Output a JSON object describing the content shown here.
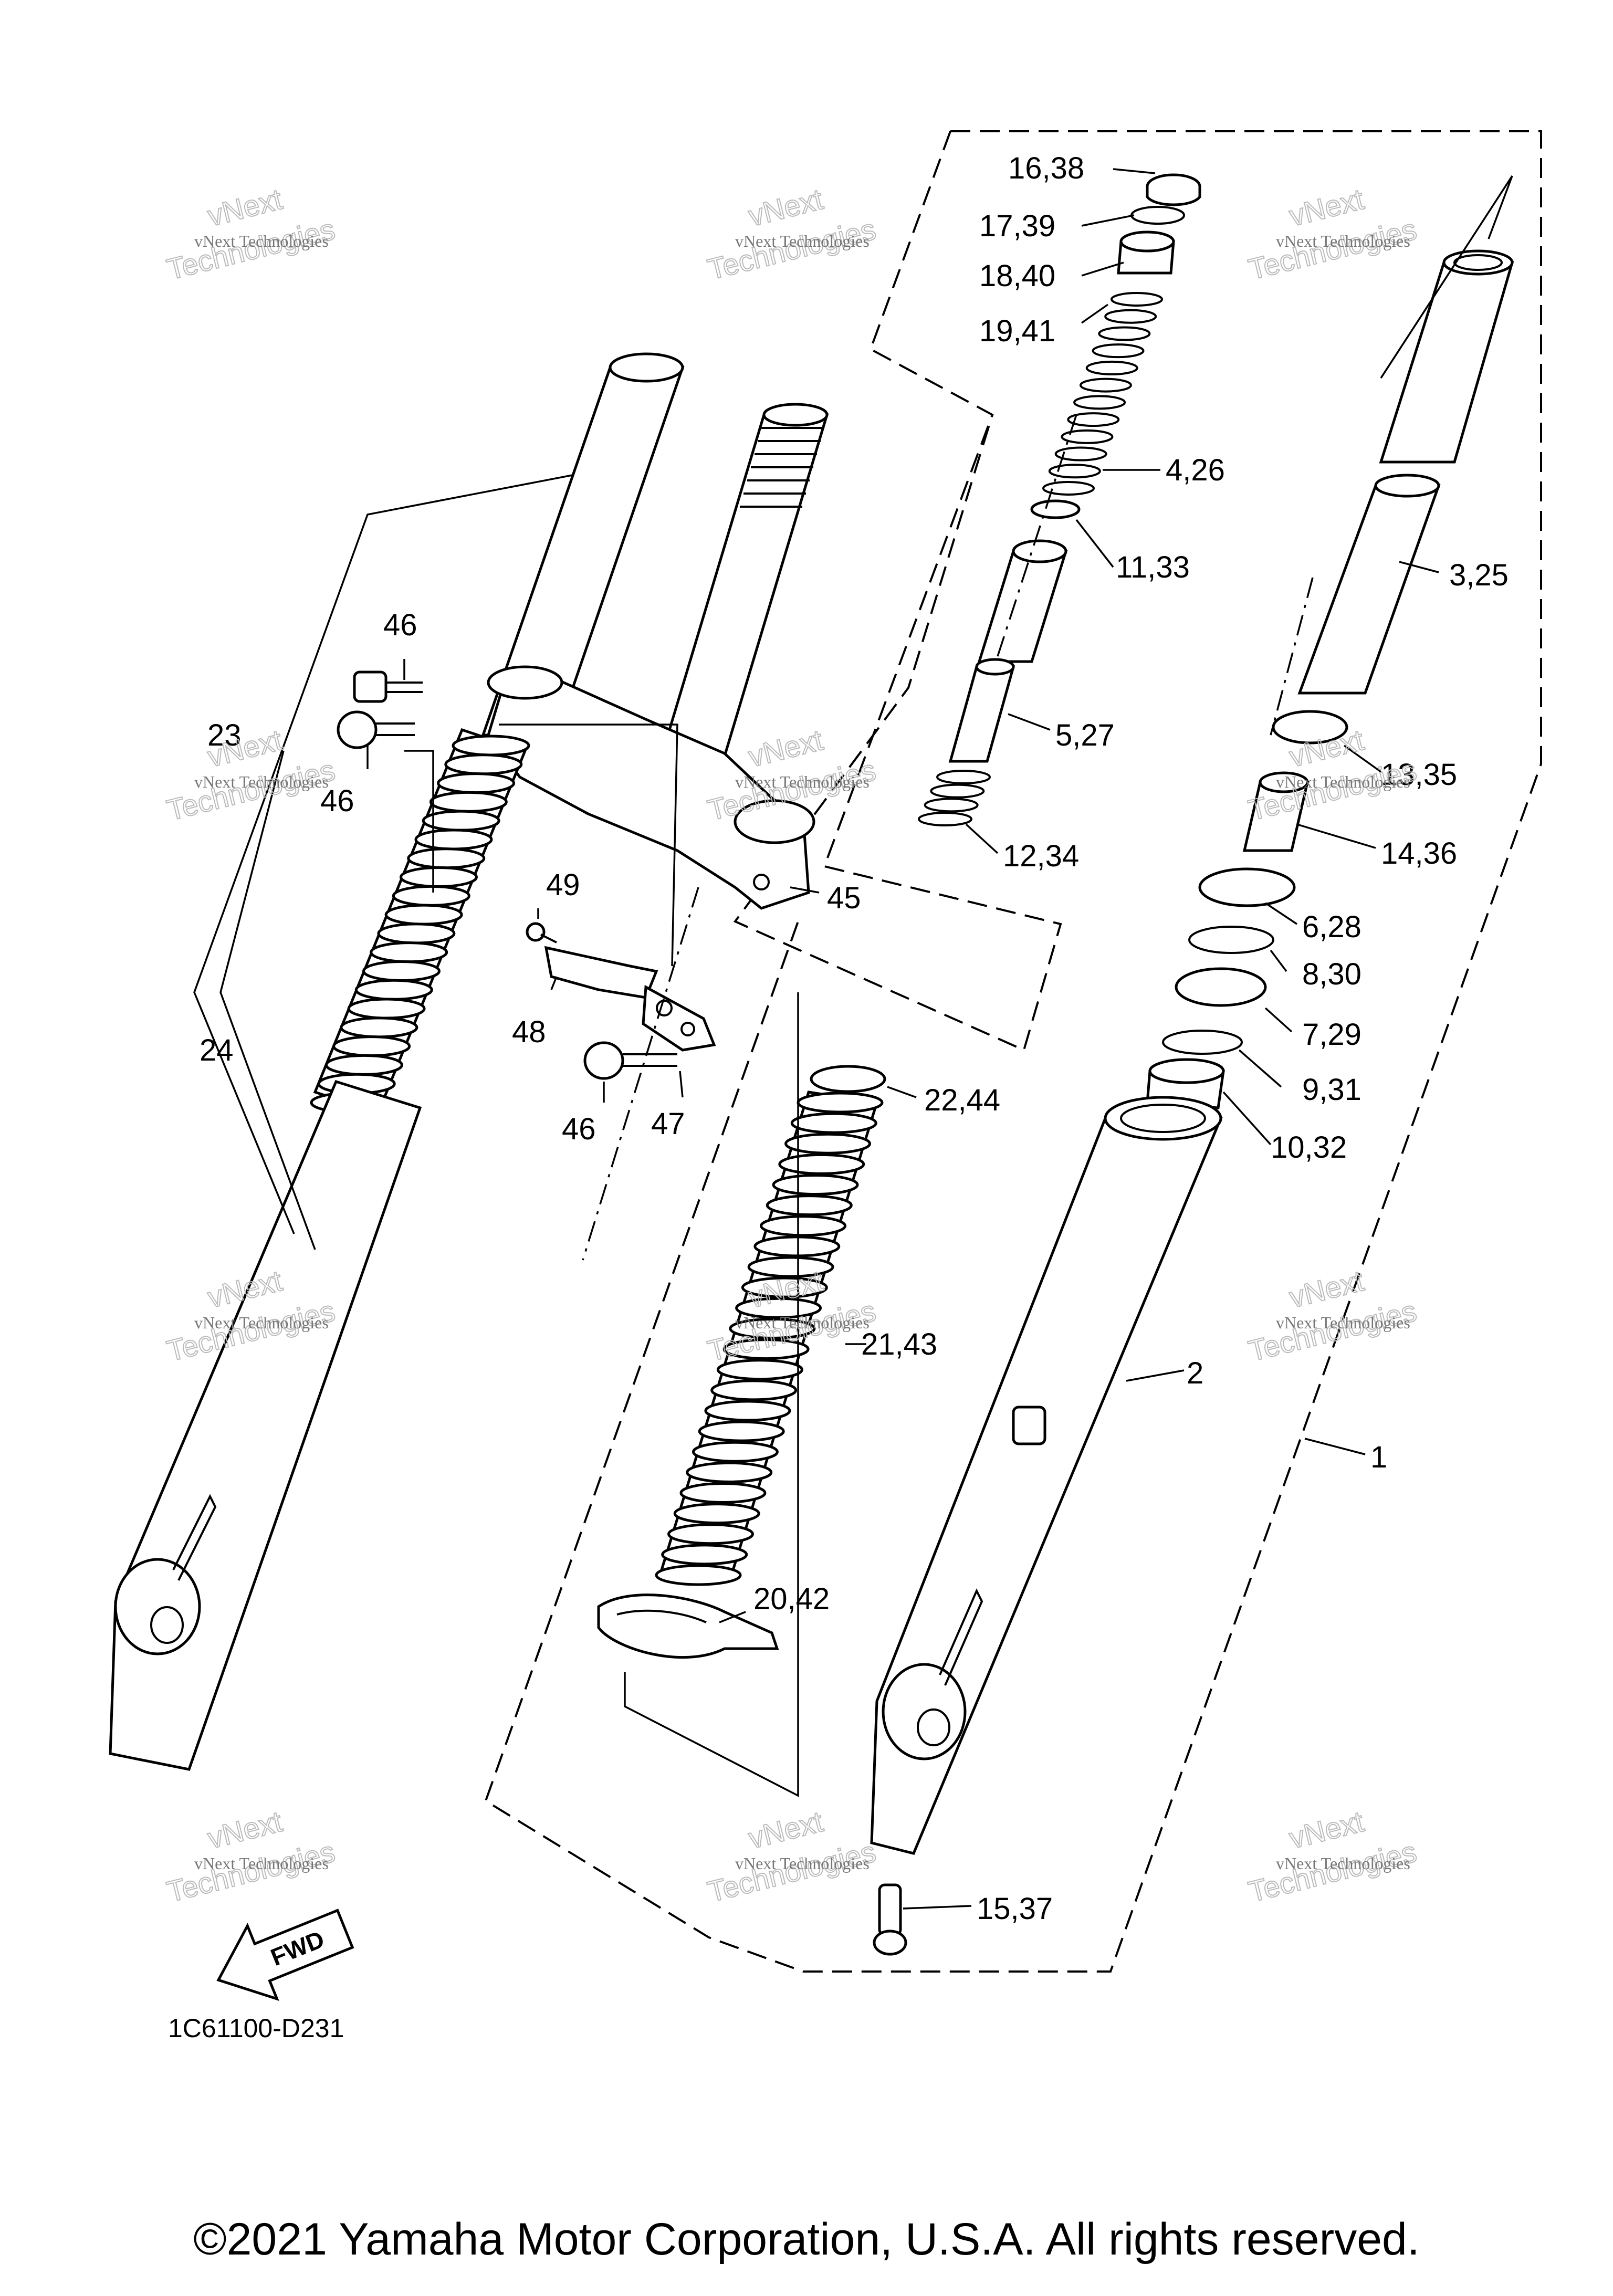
{
  "diagram": {
    "callouts": [
      {
        "id": "c-16-38",
        "text": "16,38"
      },
      {
        "id": "c-17-39",
        "text": "17,39"
      },
      {
        "id": "c-18-40",
        "text": "18,40"
      },
      {
        "id": "c-19-41",
        "text": "19,41"
      },
      {
        "id": "c-4-26",
        "text": "4,26"
      },
      {
        "id": "c-11-33",
        "text": "11,33"
      },
      {
        "id": "c-3-25",
        "text": "3,25"
      },
      {
        "id": "c-5-27",
        "text": "5,27"
      },
      {
        "id": "c-13-35",
        "text": "13,35"
      },
      {
        "id": "c-14-36",
        "text": "14,36"
      },
      {
        "id": "c-12-34",
        "text": "12,34"
      },
      {
        "id": "c-6-28",
        "text": "6,28"
      },
      {
        "id": "c-8-30",
        "text": "8,30"
      },
      {
        "id": "c-7-29",
        "text": "7,29"
      },
      {
        "id": "c-9-31",
        "text": "9,31"
      },
      {
        "id": "c-10-32",
        "text": "10,32"
      },
      {
        "id": "c-22-44",
        "text": "22,44"
      },
      {
        "id": "c-21-43",
        "text": "21,43"
      },
      {
        "id": "c-2",
        "text": "2"
      },
      {
        "id": "c-1",
        "text": "1"
      },
      {
        "id": "c-20-42",
        "text": "20,42"
      },
      {
        "id": "c-15-37",
        "text": "15,37"
      },
      {
        "id": "c-46a",
        "text": "46"
      },
      {
        "id": "c-46b",
        "text": "46"
      },
      {
        "id": "c-46c",
        "text": "46"
      },
      {
        "id": "c-23",
        "text": "23"
      },
      {
        "id": "c-24",
        "text": "24"
      },
      {
        "id": "c-45",
        "text": "45"
      },
      {
        "id": "c-49",
        "text": "49"
      },
      {
        "id": "c-48",
        "text": "48"
      },
      {
        "id": "c-47",
        "text": "47"
      }
    ],
    "diagram_code": "1C61100-D231",
    "fwd_label": "FWD",
    "watermark": {
      "line1": "vNext Technologies",
      "line2": "Technologies",
      "line3": "vNext"
    }
  },
  "footer": {
    "copyright": "©2021 Yamaha Motor Corporation, U.S.A. All rights reserved."
  }
}
